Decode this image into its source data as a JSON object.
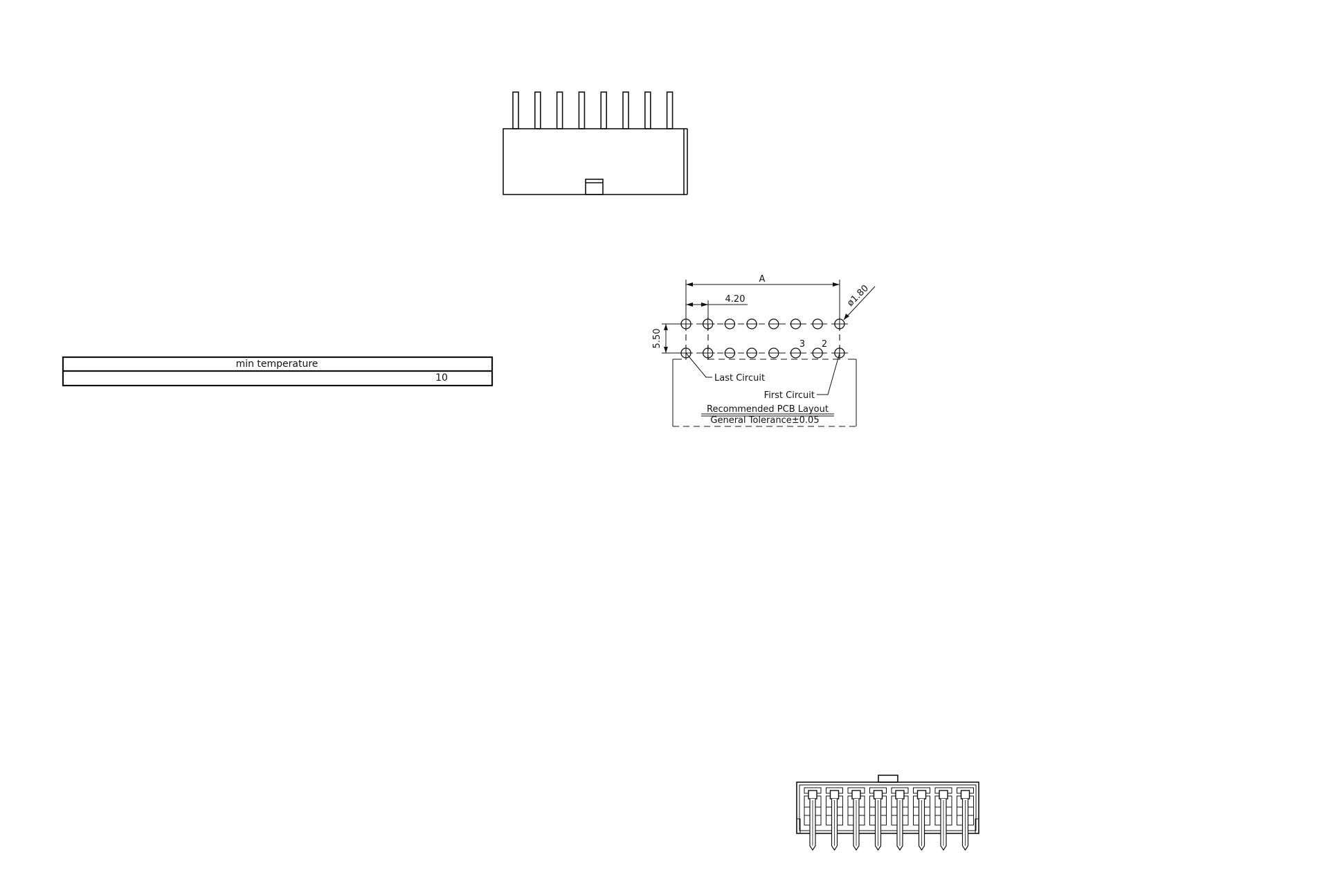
{
  "table": {
    "header": "min temperature",
    "value": "10"
  },
  "pcb_layout": {
    "dim_a": "A",
    "dim_pitch": "4.20",
    "dim_row": "5.50",
    "dim_hole": "ø1.80",
    "pin_3": "3",
    "pin_2": "2",
    "last_circuit": "Last Circuit",
    "first_circuit": "First Circuit",
    "title": "Recommended PCB Layout",
    "tolerance": "General Tolerance±0.05"
  }
}
